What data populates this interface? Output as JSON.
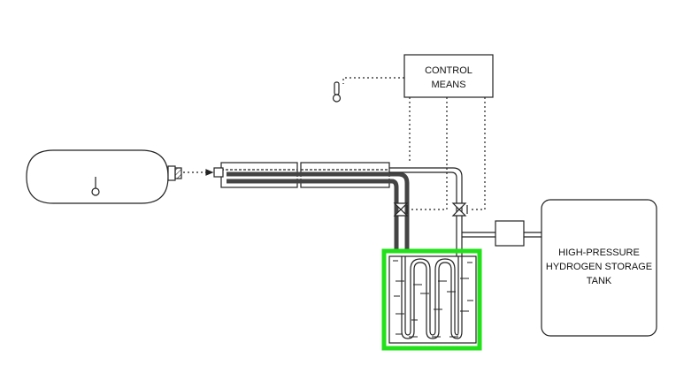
{
  "labels": {
    "control_line1": "CONTROL",
    "control_line2": "MEANS",
    "tank_line1": "HIGH-PRESSURE",
    "tank_line2": "HYDROGEN STORAGE",
    "tank_line3": "TANK"
  },
  "highlight_color": "#22e01a"
}
